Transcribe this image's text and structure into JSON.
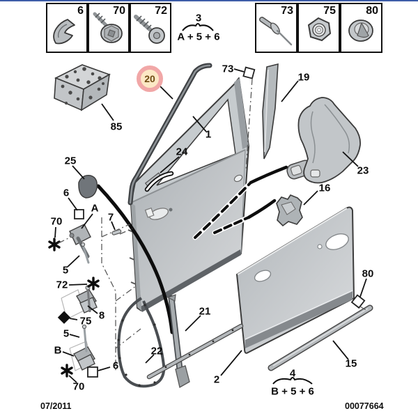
{
  "page": {
    "top_border_color": "#3d5da8",
    "footer": {
      "date": "07/2011",
      "doc_number": "00077664"
    }
  },
  "hardware_boxes": [
    {
      "id": "6",
      "icon": "spring-clip-icon"
    },
    {
      "id": "70",
      "icon": "hex-washer-screw-icon"
    },
    {
      "id": "72",
      "icon": "pan-head-screw-icon"
    },
    {
      "id": "73",
      "icon": "rivet-icon"
    },
    {
      "id": "75",
      "icon": "flange-nut-icon"
    },
    {
      "id": "80",
      "icon": "trim-clip-icon"
    }
  ],
  "formulas": {
    "top": {
      "number": "3",
      "expression": "A + 5 + 6"
    },
    "bottom": {
      "number": "4",
      "expression": "B + 5 + 6"
    }
  },
  "highlighted_callout": {
    "label": "20",
    "ring": "#f1a7a7",
    "fill": "#fce8c5",
    "text_color": "#6f4b12"
  },
  "callouts": {
    "kit": "85",
    "door_frame": "1",
    "frame_trim": "24",
    "sound_patch": "25",
    "clip_upper": "6",
    "screw_upper": "70",
    "strap_a": "A",
    "pin7": "7",
    "pin5_upper": "5",
    "screw72": "72",
    "nut75": "75",
    "hinge8": "8",
    "pin5_lower": "5",
    "strap_b": "B",
    "screw70_lower": "70",
    "clip_lower": "6",
    "door_seal": "22",
    "glass_channel": "21",
    "outer_panel": "2",
    "rivet73": "73",
    "pillar_trim": "19",
    "carrier23": "23",
    "bracket16": "16",
    "clip80": "80",
    "molding15": "15"
  }
}
